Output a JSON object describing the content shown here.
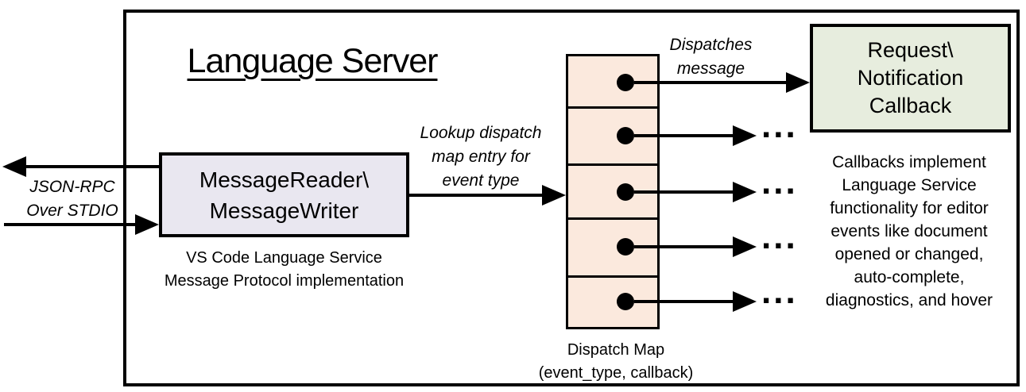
{
  "diagram": {
    "title": "Language Server",
    "io_label": {
      "lines": [
        "JSON-RPC",
        "Over STDIO"
      ]
    },
    "reader_box": {
      "lines": [
        "MessageReader\\",
        "MessageWriter"
      ],
      "caption": [
        "VS Code Language Service",
        "Message Protocol implementation"
      ]
    },
    "lookup_label": {
      "lines": [
        "Lookup dispatch",
        "map entry for",
        "event type"
      ]
    },
    "dispatch_label": {
      "lines": [
        "Dispatches",
        "message"
      ]
    },
    "callback_box": {
      "lines": [
        "Request\\",
        "Notification",
        "Callback"
      ]
    },
    "dispatch_map": {
      "caption": [
        "Dispatch Map",
        "(event_type, callback)"
      ]
    },
    "ellipsis": "...",
    "callbacks_note": {
      "lines": [
        "Callbacks implement",
        "Language Service",
        "functionality for editor",
        "events like document",
        "opened or changed,",
        "auto-complete,",
        "diagnostics, and hover"
      ]
    },
    "colors": {
      "map-fill": "#fbe9dd",
      "reader-fill": "#e9e7f0",
      "callback-fill": "#e7edde",
      "line": "#000000"
    }
  }
}
